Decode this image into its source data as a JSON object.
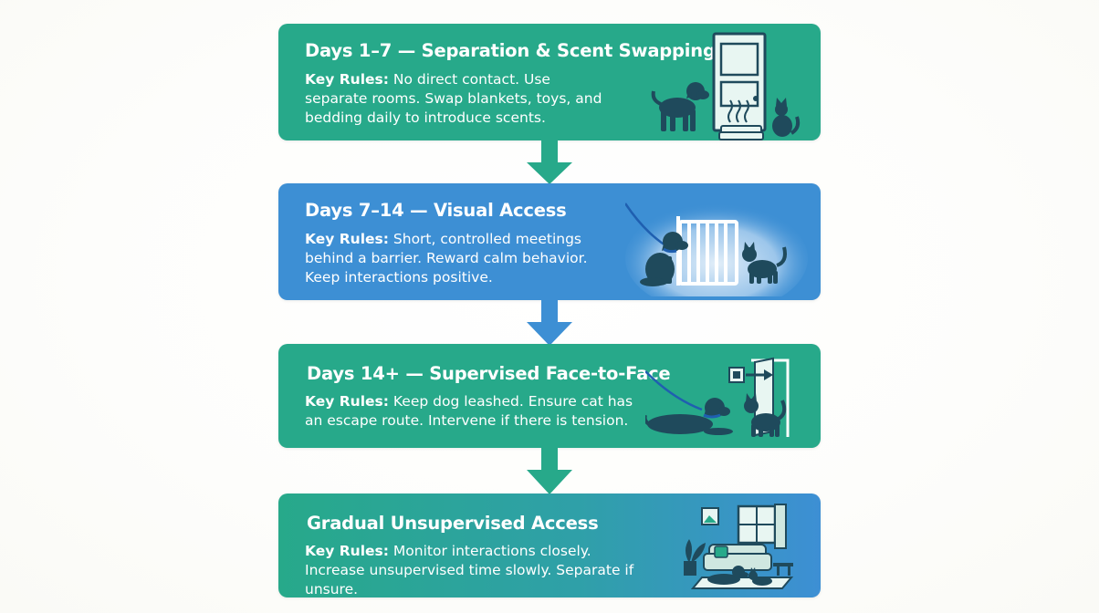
{
  "stages": [
    {
      "title": "Days 1–7 — Separation & Scent Swapping",
      "key_label": "Key Rules:",
      "rules": " No direct contact. Use separate rooms. Swap blankets, toys, and bedding daily to introduce scents.",
      "color": "#27a98a",
      "illustration": "door-dog-cat-blanket-icon"
    },
    {
      "title": "Days 7–14 — Visual Access",
      "key_label": "Key Rules:",
      "rules": " Short, controlled meetings behind a barrier. Reward calm behavior. Keep interactions positive.",
      "color": "#3d8fd4",
      "illustration": "baby-gate-dog-cat-icon"
    },
    {
      "title": "Days 14+ — Supervised Face-to-Face",
      "key_label": "Key Rules:",
      "rules": " Keep dog leashed. Ensure cat has an escape route. Intervene if there is tension.",
      "color": "#27a98a",
      "illustration": "leashed-dog-cat-escape-door-icon"
    },
    {
      "title": "Gradual Unsupervised Access",
      "key_label": "Key Rules:",
      "rules": " Monitor interactions closely. Increase unsupervised time slowly. Separate if unsure.",
      "color_from": "#27a98a",
      "color_to": "#3d8fd4",
      "illustration": "living-room-dog-cat-icon"
    }
  ],
  "colors": {
    "teal": "#27a98a",
    "blue": "#3d8fd4",
    "ink": "#1f4a5c"
  }
}
